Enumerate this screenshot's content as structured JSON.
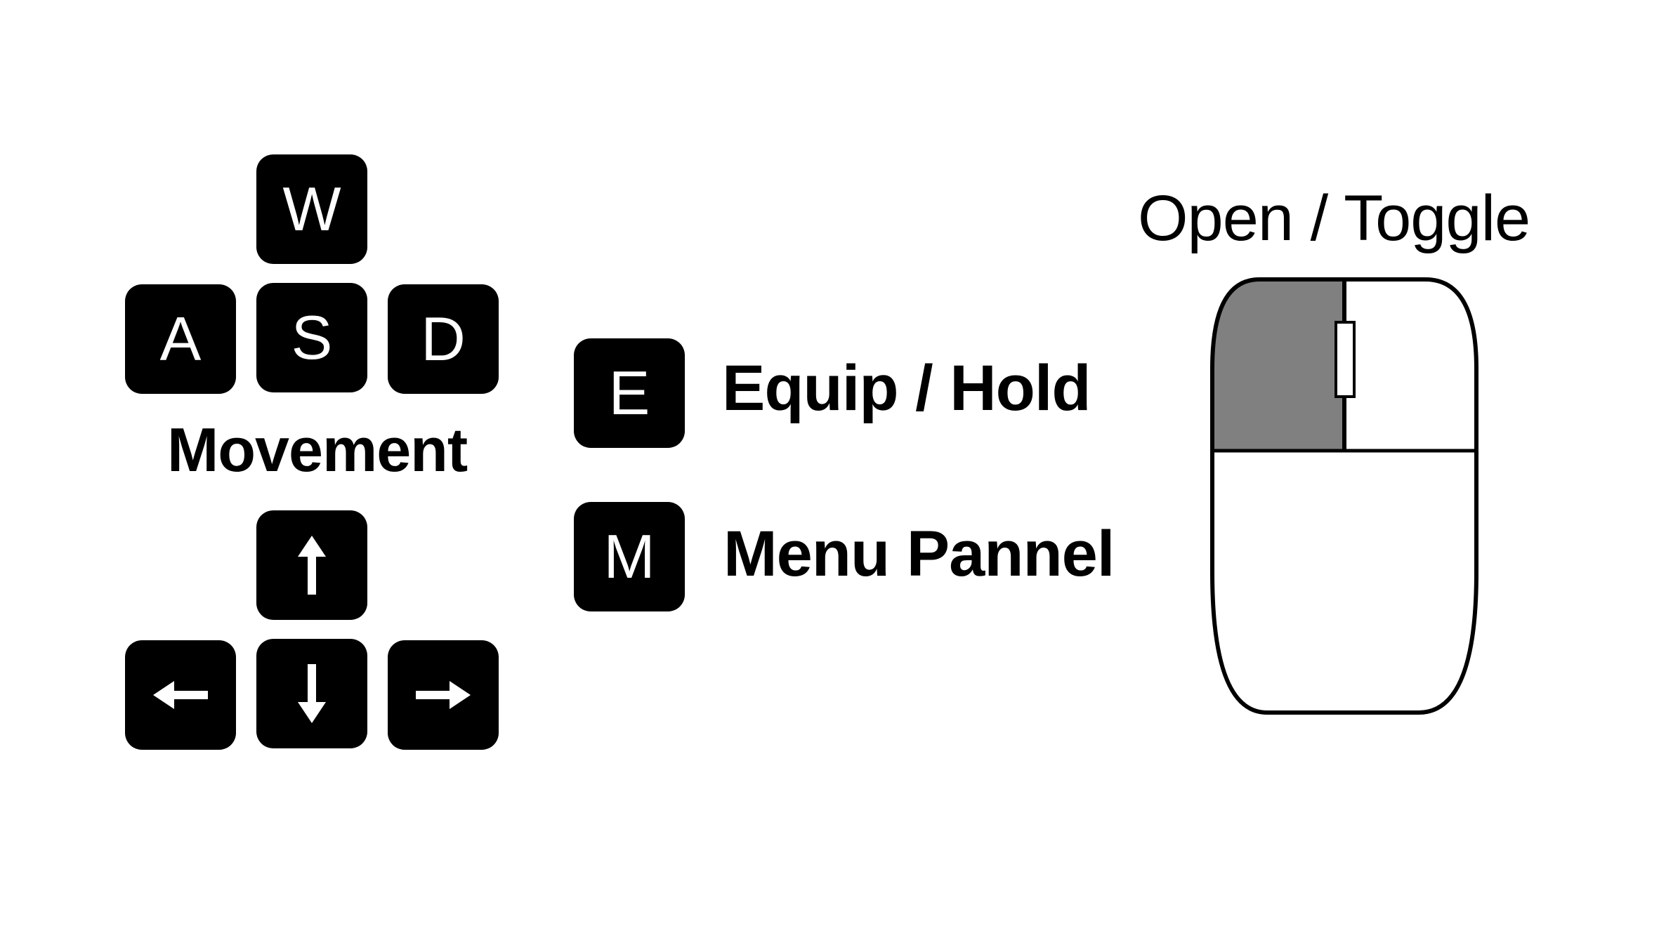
{
  "movement": {
    "wasd_keys": {
      "up": "W",
      "left": "A",
      "down": "S",
      "right": "D"
    },
    "label": "Movement",
    "arrow_keys": {
      "up": "up-arrow-icon",
      "left": "left-arrow-icon",
      "down": "down-arrow-icon",
      "right": "right-arrow-icon"
    }
  },
  "actions": [
    {
      "key": "E",
      "label": "Equip / Hold"
    },
    {
      "key": "M",
      "label": "Menu Pannel"
    }
  ],
  "mouse": {
    "label": "Open / Toggle",
    "highlighted_button": "left",
    "highlight_color": "#808080",
    "icon": "mouse-icon"
  }
}
